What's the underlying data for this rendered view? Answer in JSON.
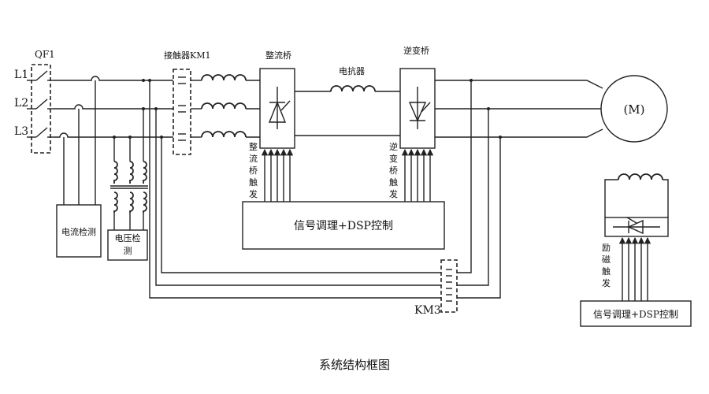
{
  "caption": "系统结构框图",
  "labels": {
    "qf1": "QF1",
    "l1": "L1",
    "l2": "L2",
    "l3": "L3",
    "km1": "接触器KM1",
    "rectifier": "整流桥",
    "reactor": "电抗器",
    "inverter": "逆变桥",
    "motor": "(M)",
    "rect_trigger": [
      "整",
      "流",
      "桥",
      "触",
      "发"
    ],
    "inv_trigger": [
      "逆",
      "变",
      "桥",
      "触",
      "发"
    ],
    "excite_trigger": [
      "励",
      "磁",
      "触",
      "发"
    ],
    "current_detect": "电流检测",
    "voltage_detect_1": "电压检",
    "voltage_detect_2": "测",
    "main_control": "信号调理+DSP控制",
    "excite_control": "信号调理+DSP控制",
    "km3": "KM3"
  }
}
